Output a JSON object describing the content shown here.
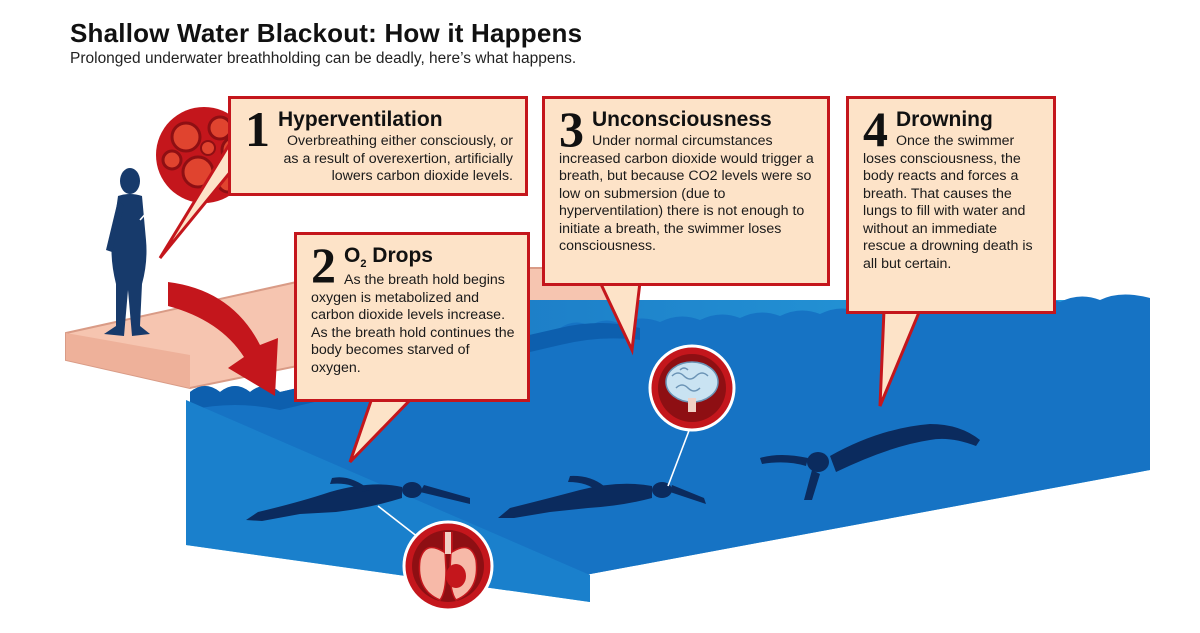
{
  "title": "Shallow Water Blackout: How it Happens",
  "subtitle": "Prolonged underwater breathholding can be deadly, here’s what happens.",
  "steps": [
    {
      "number": "1",
      "heading": "Hyperventilation",
      "text": "Overbreathing either consciously, or as a result of overexertion, artificially lowers carbon dioxide levels."
    },
    {
      "number": "2",
      "heading_main": "O",
      "heading_sub": "2",
      "heading_rest": " Drops",
      "text": "As the breath hold begins oxygen is metabolized and carbon dioxide levels increase. As the breath hold continues the body becomes starved of oxygen."
    },
    {
      "number": "3",
      "heading": "Unconsciousness",
      "text": "Under normal circumstances increased carbon dioxide would trigger a breath, but because CO2 levels were so low on submersion (due to hyperventilation) there is not enough to initiate a breath, the swimmer loses consciousness."
    },
    {
      "number": "4",
      "heading": "Drowning",
      "text": "Once the swimmer loses consciousness, the body reacts and forces a breath. That causes the lungs to fill with water and without an immediate rescue a drowning death is all but certain."
    }
  ],
  "icons": {
    "blood_cells": "blood-cells-icon",
    "lungs": "lungs-icon",
    "brain": "brain-icon",
    "arrow": "curved-arrow-icon"
  },
  "colors": {
    "accent_red": "#c4161c",
    "bubble_fill": "#fde3c8",
    "water_light": "#33a8e0",
    "water_dark": "#0d5fae",
    "deck": "#f6c5b0",
    "silhouette": "#173a6b"
  }
}
